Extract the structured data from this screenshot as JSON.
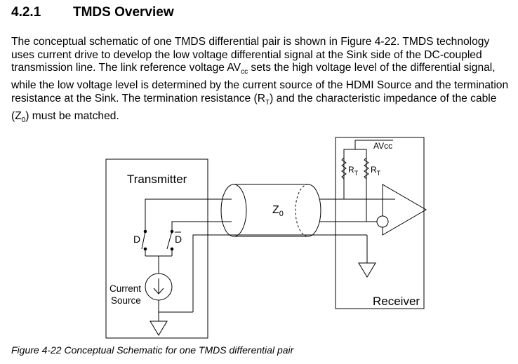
{
  "section": {
    "number": "4.2.1",
    "title": "TMDS Overview"
  },
  "paragraph": {
    "p1": "The conceptual schematic of one TMDS differential pair is shown in Figure 4-22. TMDS technology uses current drive to develop the low voltage differential signal at the Sink side of the DC-coupled transmission line. The link reference voltage AV",
    "sub_cc": "cc",
    "p2": " sets the high voltage level of the differential signal, while the low voltage level is determined by the current source of the HDMI Source and the termination resistance at the Sink. The termination resistance (R",
    "sub_T": "T",
    "p3": ") and the characteristic impedance of the cable (Z",
    "sub_0": "0",
    "p4": ") must be matched."
  },
  "diagram": {
    "transmitter_label": "Transmitter",
    "receiver_label": "Receiver",
    "current_label": "Current",
    "source_label": "Source",
    "switch_d_label": "D",
    "switch_dbar_label": "D",
    "cable_z": "Z",
    "cable_sub": "0",
    "avcc_label": "AVcc",
    "resistor_r": "R",
    "resistor_sub": "T"
  },
  "caption": "Figure 4-22 Conceptual Schematic for one TMDS differential pair"
}
